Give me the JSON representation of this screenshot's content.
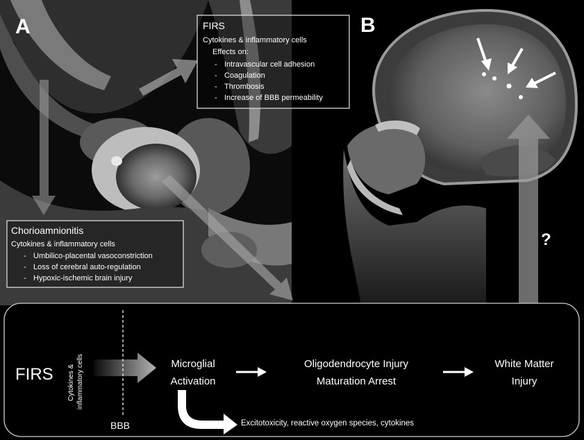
{
  "panels": {
    "a_label": "A",
    "b_label": "B"
  },
  "firs_box": {
    "title": "FIRS",
    "subtitle": "Cytokines & inflammatory cells",
    "effects_header": "Effects on:",
    "items": [
      "Intravascular cell adhesion",
      "Coagulation",
      "Thrombosis",
      "Increase of BBB permeability"
    ]
  },
  "chorio_box": {
    "title": "Chorioamnionitis",
    "subtitle": "Cytokines & inflammatory cells",
    "items": [
      "Umbilico-placental vasoconstriction",
      "Loss of cerebral auto-regulation",
      "Hypoxic-ischemic brain injury"
    ]
  },
  "question_mark": "?",
  "pathway": {
    "firs": "FIRS",
    "cytokines_line1": "Cytokines &",
    "cytokines_line2": "inflammatory cells",
    "bbb": "BBB",
    "microglial_line1": "Microglial",
    "microglial_line2": "Activation",
    "oligo_line1": "Oligodendrocyte Injury",
    "oligo_line2": "Maturation Arrest",
    "wm_line1": "White Matter",
    "wm_line2": "Injury",
    "excito": "Excitotoxicity, reactive oxygen species, cytokines"
  },
  "colors": {
    "background": "#000000",
    "text": "#ffffff",
    "box_border": "#d9d9d9",
    "arrow_fill": "#9a9a9a"
  }
}
